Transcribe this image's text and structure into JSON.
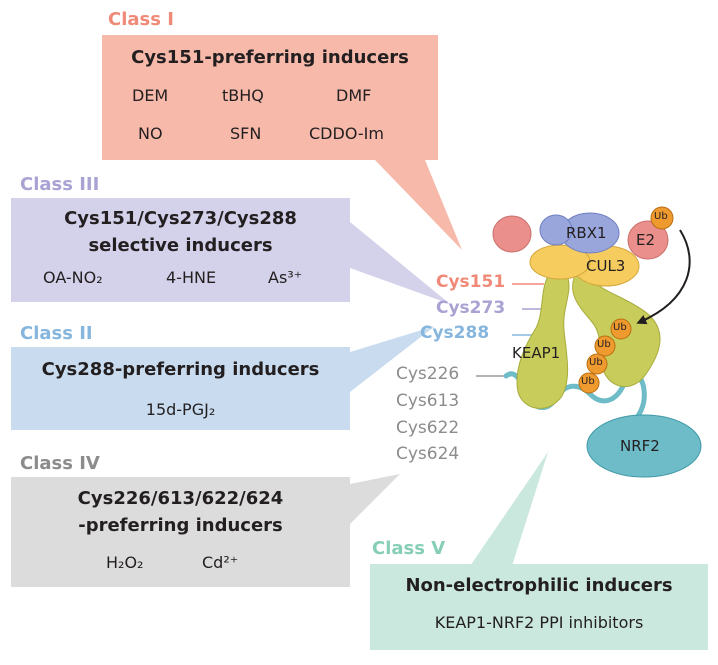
{
  "class1": {
    "label": "Class I",
    "title": "Cys151-preferring inducers",
    "items": [
      "DEM",
      "tBHQ",
      "DMF",
      "NO",
      "SFN",
      "CDDO-Im"
    ]
  },
  "class3": {
    "label": "Class III",
    "title_line1": "Cys151/Cys273/Cys288",
    "title_line2": "selective inducers",
    "items": [
      "OA-NO₂",
      "4-HNE",
      "As³⁺"
    ]
  },
  "class2": {
    "label": "Class II",
    "title": "Cys288-preferring inducers",
    "items": [
      "15d-PGJ₂"
    ]
  },
  "class4": {
    "label": "Class IV",
    "title_line1": "Cys226/613/622/624",
    "title_line2": "-preferring inducers",
    "items": [
      "H₂O₂",
      "Cd²⁺"
    ]
  },
  "class5": {
    "label": "Class V",
    "title": "Non-electrophilic inducers",
    "items": [
      "KEAP1-NRF2 PPI inhibitors"
    ]
  },
  "residues": {
    "cys151": "Cys151",
    "cys273": "Cys273",
    "cys288": "Cys288",
    "cys226": "Cys226",
    "cys613": "Cys613",
    "cys622": "Cys622",
    "cys624": "Cys624"
  },
  "complex": {
    "rbx1": "RBX1",
    "e2": "E2",
    "cul3": "CUL3",
    "keap1": "KEAP1",
    "nrf2": "NRF2",
    "ub": "Ub"
  },
  "colors": {
    "class1": "#f6b9aa",
    "class1_label": "#f08a78",
    "class3": "#d4d1ea",
    "class3_label": "#a9a3d3",
    "class2": "#c9dcef",
    "class2_label": "#86b6de",
    "class4": "#dcdcdc",
    "class4_label": "#8c8c8c",
    "class5": "#cbe8de",
    "class5_label": "#86ceb6",
    "keap1": "#c8cc5a",
    "cul3": "#f6cc5f",
    "rbx1": "#98a6dc",
    "e2": "#ea8f8b",
    "ub": "#ef9a2f",
    "nrf2": "#6dbcc8"
  }
}
